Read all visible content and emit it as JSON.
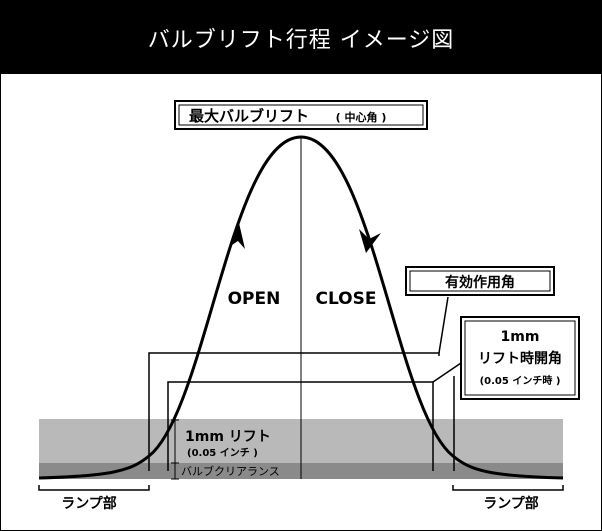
{
  "header": {
    "title": "バルブリフト行程 イメージ図"
  },
  "labels": {
    "max_lift_main": "最大バルブリフト",
    "max_lift_sub": "( 中心角 )",
    "open": "OPEN",
    "close": "CLOSE",
    "effective_angle": "有効作用角",
    "lift_1mm_line1": "1mm",
    "lift_1mm_line2": "リフト時開角",
    "lift_1mm_line3": "(0.05 インチ時 )",
    "band_lift_main": "1mm リフト",
    "band_lift_sub": "(0.05 インチ )",
    "clearance": "バルブクリアランス",
    "ramp_left": "ランプ部",
    "ramp_right": "ランプ部"
  },
  "colors": {
    "band_light": "#b9b9b9",
    "band_dark": "#8a8a8a",
    "curve": "#000000"
  }
}
